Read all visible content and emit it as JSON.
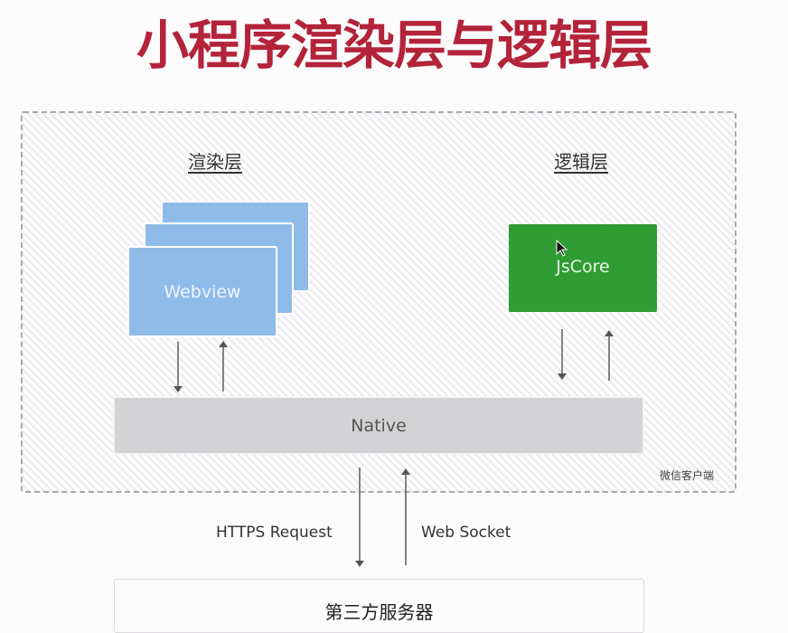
{
  "title": "小程序渲染层与逻辑层",
  "render_layer": {
    "label": "渲染层",
    "webview_label": "Webview",
    "webview_color": "#8fbbe9"
  },
  "logic_layer": {
    "label": "逻辑层",
    "jscore_label": "JsCore",
    "jscore_color": "#2f9c34"
  },
  "native": {
    "label": "Native",
    "color": "#d3d2d5"
  },
  "client": {
    "label": "微信客户端"
  },
  "connections": {
    "https_label": "HTTPS Request",
    "websocket_label": "Web Socket"
  },
  "server": {
    "label": "第三方服务器"
  },
  "colors": {
    "title": "#b3233a",
    "arrow": "#666666"
  },
  "icons": {
    "cursor": "mouse-pointer-icon"
  }
}
